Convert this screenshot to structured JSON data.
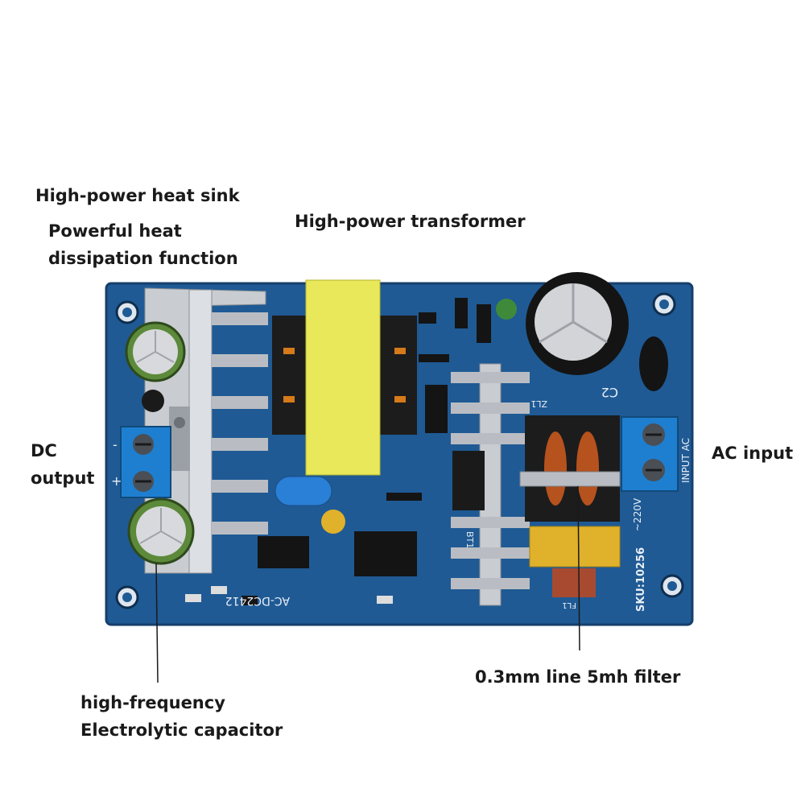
{
  "labels": {
    "heat_sink": "High-power heat sink",
    "heat_dissipation": [
      "Powerful heat",
      "dissipation function"
    ],
    "transformer": "High-power transformer",
    "dc_output": [
      "DC",
      "output"
    ],
    "ac_input": "AC input",
    "filter": "0.3mm line 5mh filter",
    "capacitor": [
      "high-frequency",
      "Electrolytic capacitor"
    ]
  },
  "pcb_markings": {
    "model": "AC-DC2412",
    "sku": "SKU:10256",
    "voltage": "~220V",
    "input": "INPUT AC",
    "c2": "C2",
    "zl1": "ZL1",
    "fl1": "FL1",
    "bt1": "BT1",
    "dc_minus": "-",
    "dc_plus": "+"
  },
  "colors": {
    "board": "#1f5a94",
    "heatsink": "#c9ccd1",
    "transformer_core": "#e8e85a",
    "terminal": "#1e7fd0",
    "capacitor_green": "#5c8a3a",
    "capacitor_yellow": "#e0b12a",
    "capacitor_red": "#a84a30"
  }
}
